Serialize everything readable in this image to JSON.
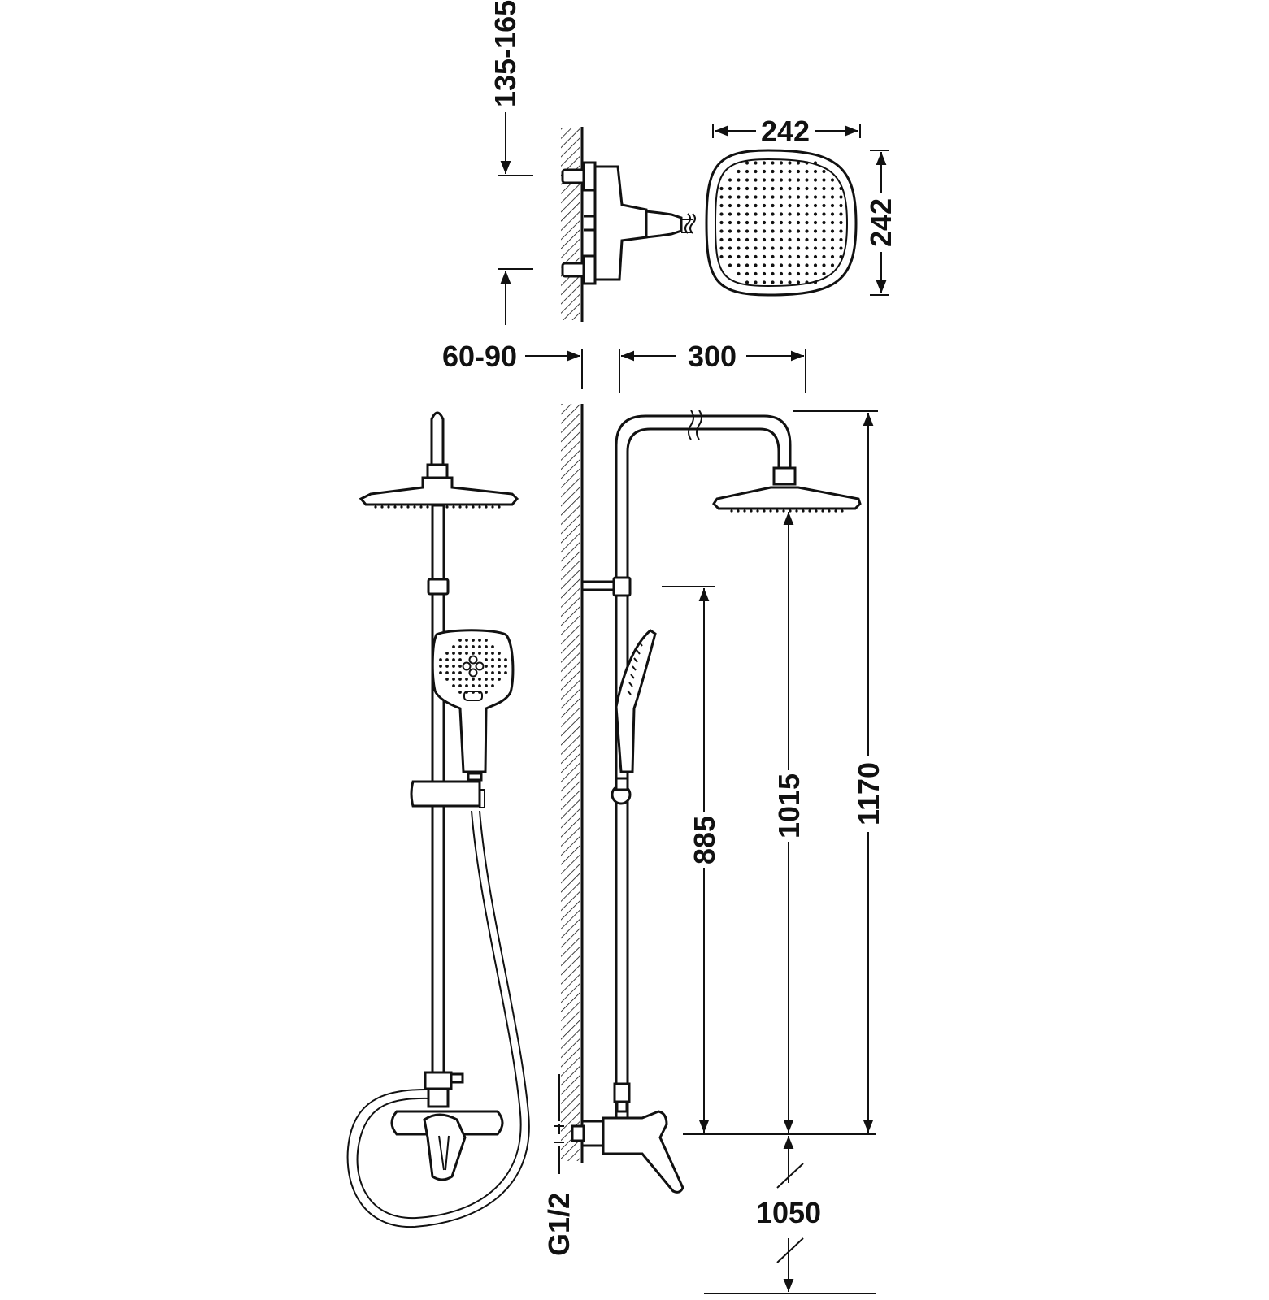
{
  "dimensions": {
    "wall_mount_spacing": "135-165",
    "head_width": "242",
    "head_depth": "242",
    "wall_distance": "60-90",
    "arm_length": "300",
    "slider_height": "885",
    "head_height": "1015",
    "total_height": "1170",
    "inlet_thread": "G1/2",
    "mixer_height": "1050"
  },
  "colors": {
    "line": "#111111",
    "background": "#ffffff"
  }
}
